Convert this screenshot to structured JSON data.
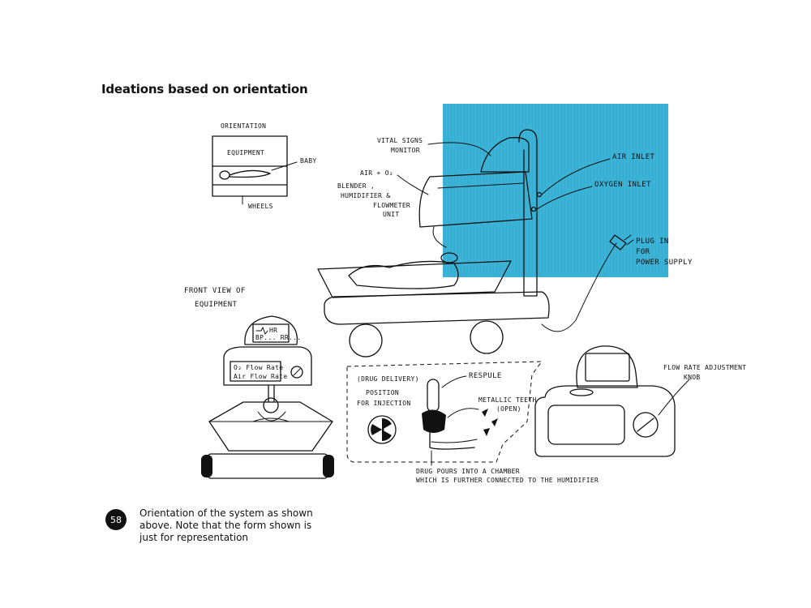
{
  "page": {
    "title": "Ideations based on orientation",
    "page_number": "58",
    "caption": "Orientation of the system as shown above. Note that the form shown is just for representation"
  },
  "sketch": {
    "orientation_box": {
      "heading": "ORIENTATION",
      "equipment": "EQUIPMENT",
      "baby": "BABY",
      "wheels": "WHEELS"
    },
    "front_view": {
      "heading_line1": "FRONT VIEW OF",
      "heading_line2": "EQUIPMENT",
      "screen_line1": "HR",
      "screen_line2": "BP... RR...",
      "panel_line1": "O₂ Flow Rate",
      "panel_line2": "Air Flow Rate"
    },
    "side_view": {
      "vital_line1": "VITAL SIGNS",
      "vital_line2": "MONITOR",
      "air_o2": "AIR + O₂",
      "blender_line1": "BLENDER ,",
      "blender_line2": "HUMIDIFIER &",
      "blender_line3": "FLOWMETER",
      "blender_line4": "UNIT",
      "air_inlet": "AIR INLET",
      "oxygen_inlet": "OXYGEN INLET",
      "plug_line1": "PLUG IN",
      "plug_line2": "FOR",
      "plug_line3": "POWER SUPPLY"
    },
    "drug_delivery": {
      "label_line1": "(DRUG DELIVERY)",
      "label_line2": "POSITION",
      "label_line3": "FOR INJECTION",
      "respule": "RESPULE",
      "teeth_line1": "METALLIC TEETH",
      "teeth_line2": "(OPEN)",
      "pours_line1": "DRUG POURS INTO A CHAMBER",
      "pours_line2": "WHICH IS FURTHER CONNECTED TO THE HUMIDIFIER"
    },
    "humidifier": {
      "knob_line1": "FLOW RATE ADJUSTMENT",
      "knob_line2": "KNOB"
    },
    "colors": {
      "blue_wash": "#3ab3d6",
      "ink": "#111111"
    }
  }
}
